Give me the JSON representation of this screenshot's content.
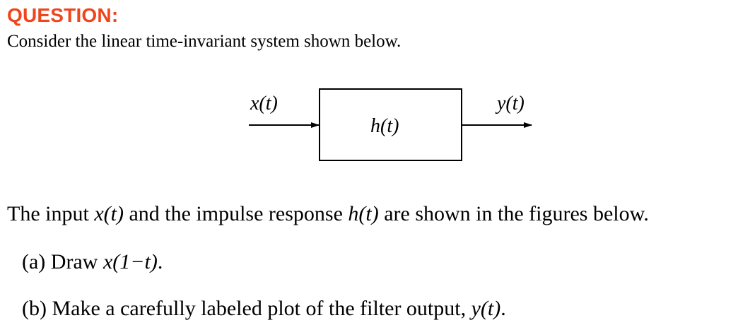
{
  "heading": "QUESTION:",
  "intro": "Consider the linear time-invariant system shown below.",
  "diagram": {
    "input_label": "x(t)",
    "block_label": "h(t)",
    "output_label": "y(t)"
  },
  "paragraph": {
    "before": "The input ",
    "input": "x(t)",
    "middle": " and the impulse response ",
    "response": "h(t)",
    "after": " are shown in the figures below."
  },
  "parts": {
    "a": {
      "marker": "(a)",
      "text": "Draw ",
      "math": "x(1−t)",
      "end": "."
    },
    "b": {
      "marker": "(b)",
      "text": "Make a carefully labeled plot of the filter output, ",
      "math": "y(t)",
      "end": "."
    }
  }
}
